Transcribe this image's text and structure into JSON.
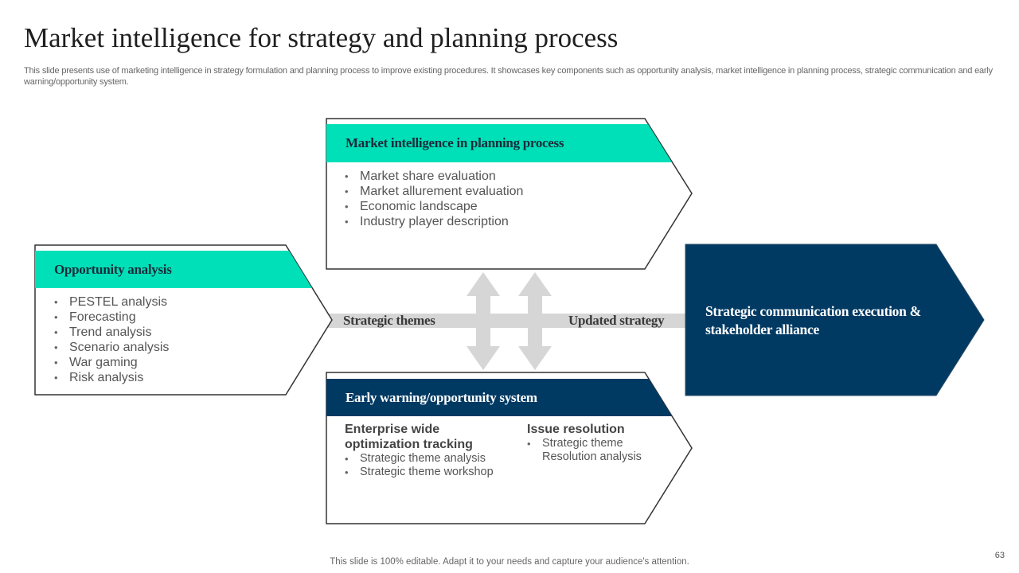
{
  "title": "Market intelligence for strategy and planning process",
  "subtitle": "This slide presents use of marketing intelligence in strategy formulation and planning process to improve existing procedures. It showcases key components such as opportunity analysis, market intelligence in planning process, strategic communication and early warning/opportunity system.",
  "opportunity": {
    "heading": "Opportunity analysis",
    "items": [
      "PESTEL analysis",
      "Forecasting",
      "Trend analysis",
      "Scenario analysis",
      "War gaming",
      "Risk analysis"
    ]
  },
  "planning": {
    "heading": "Market intelligence in planning process",
    "items": [
      "Market share evaluation",
      "Market allurement  evaluation",
      "Economic landscape",
      "Industry  player description"
    ]
  },
  "early_warning": {
    "heading": "Early warning/opportunity system",
    "left_heading": "Enterprise wide optimization tracking",
    "left_items": [
      "Strategic theme analysis",
      "Strategic theme workshop"
    ],
    "right_heading": "Issue resolution",
    "right_items": [
      "Strategic theme Resolution analysis"
    ]
  },
  "labels": {
    "strategic_themes": "Strategic themes",
    "updated_strategy": "Updated strategy"
  },
  "strategic_communication": "Strategic communication execution & stakeholder alliance",
  "footer": "This slide is 100% editable. Adapt it to your needs and capture your audience's attention.",
  "page_number": "63",
  "colors": {
    "teal": "#00e0b8",
    "navy": "#003a63",
    "gray_arrow": "#d6d6d6",
    "outline": "#333333"
  }
}
